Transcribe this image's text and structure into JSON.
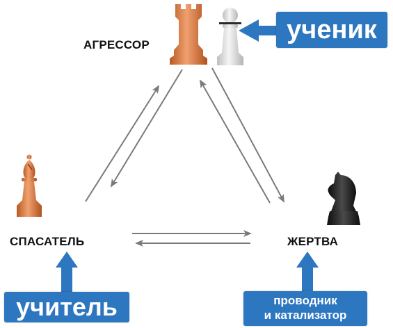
{
  "nodes": {
    "aggressor": "АГРЕССОР",
    "rescuer": "СПАСАТЕЛЬ",
    "victim": "ЖЕРТВА"
  },
  "tags": {
    "student": "ученик",
    "teacher": "учитель",
    "guide_line1": "проводник",
    "guide_line2": "и катализатор"
  },
  "pieces": {
    "aggressor": "rook",
    "aggressor_companion": "pawn",
    "rescuer": "bishop",
    "victim": "knight"
  },
  "colors": {
    "tag_blue": "#2d77c1",
    "piece_orange": "#d4763a",
    "piece_white": "#e6e6e6",
    "piece_black": "#1c1c1c",
    "arrow": "#7a7a7a"
  }
}
